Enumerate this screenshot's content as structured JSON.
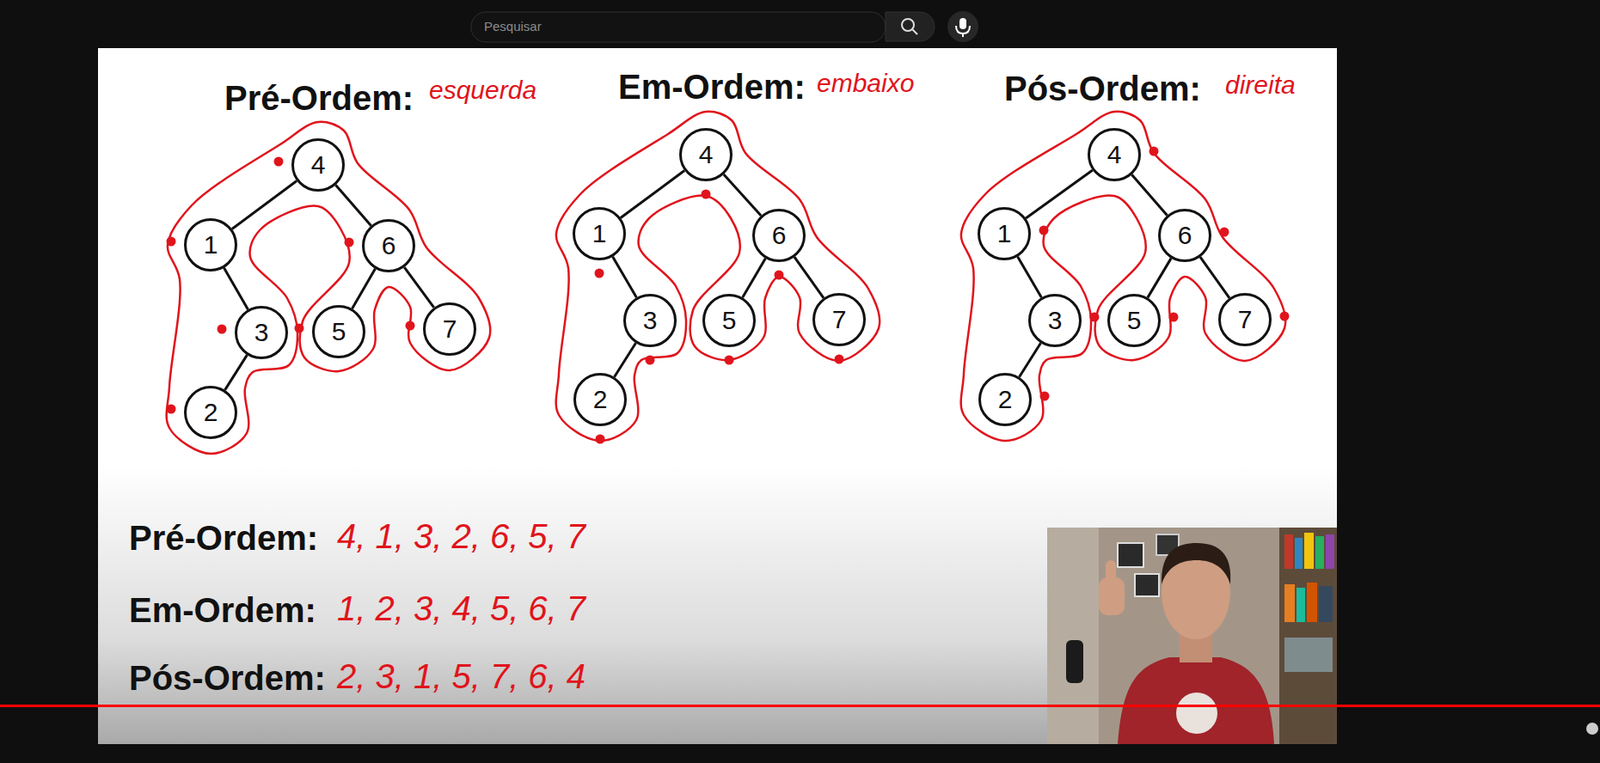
{
  "diagram": {
    "nodes": [
      {
        "text": [
          "4"
        ]
      },
      {
        "text": [
          "1"
        ]
      },
      {
        "text": [
          "6"
        ]
      },
      {
        "text": [
          "3"
        ]
      },
      {
        "text": [
          "5"
        ]
      },
      {
        "text": [
          "7"
        ]
      },
      {
        "text": [
          "2"
        ]
      },
      {
        "text": [
          "4"
        ]
      },
      {
        "text": [
          "1"
        ]
      },
      {
        "text": [
          "6"
        ]
      },
      {
        "text": [
          "3"
        ]
      },
      {
        "text": [
          "5"
        ]
      },
      {
        "text": [
          "7"
        ]
      },
      {
        "text": [
          "2"
        ]
      },
      {
        "text": [
          "4"
        ]
      },
      {
        "text": [
          "1"
        ]
      },
      {
        "text": [
          "6"
        ]
      },
      {
        "text": [
          "3"
        ]
      },
      {
        "text": [
          "5"
        ]
      },
      {
        "text": [
          "7"
        ]
      },
      {
        "text": [
          "2"
        ]
      }
    ],
    "edges": [
      {
        "from": 0,
        "to": 1,
        "arrow": "none"
      },
      {
        "from": 0,
        "to": 2,
        "arrow": "none"
      },
      {
        "from": 1,
        "to": 3,
        "arrow": "none"
      },
      {
        "from": 3,
        "to": 6,
        "arrow": "none"
      },
      {
        "from": 2,
        "to": 4,
        "arrow": "none"
      },
      {
        "from": 2,
        "to": 5,
        "arrow": "none"
      },
      {
        "from": 7,
        "to": 8,
        "arrow": "none"
      },
      {
        "from": 7,
        "to": 9,
        "arrow": "none"
      },
      {
        "from": 8,
        "to": 10,
        "arrow": "none"
      },
      {
        "from": 10,
        "to": 13,
        "arrow": "none"
      },
      {
        "from": 9,
        "to": 11,
        "arrow": "none"
      },
      {
        "from": 9,
        "to": 12,
        "arrow": "none"
      },
      {
        "from": 14,
        "to": 15,
        "arrow": "none"
      },
      {
        "from": 14,
        "to": 16,
        "arrow": "none"
      },
      {
        "from": 15,
        "to": 17,
        "arrow": "none"
      },
      {
        "from": 17,
        "to": 20,
        "arrow": "none"
      },
      {
        "from": 16,
        "to": 18,
        "arrow": "none"
      },
      {
        "from": 16,
        "to": 19,
        "arrow": "none"
      }
    ],
    "labels": [
      "Pesquisar",
      "Pré-Ordem:",
      "esquerda",
      "Em-Ordem:",
      "embaixo",
      "Pós-Ordem:",
      "direita",
      "Pré-Ordem:",
      "4, 1, 3, 2, 6, 5, 7",
      "Em-Ordem:",
      "1, 2, 3, 4, 5, 6, 7",
      "Pós-Ordem:",
      "2, 3, 1, 5, 7, 6, 4"
    ]
  }
}
